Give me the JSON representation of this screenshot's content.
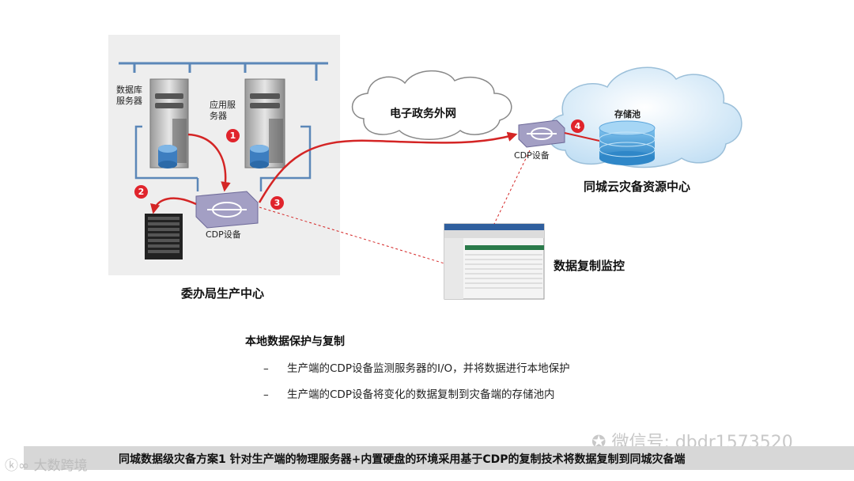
{
  "labels": {
    "db_server": [
      "数据库",
      "服务器"
    ],
    "app_server": [
      "应用服",
      "务器"
    ],
    "cdp_local": "CDP设备",
    "cdp_remote": "CDP设备",
    "network": "电子政务外网",
    "storage_pool": "存储池",
    "remote_center": "同城云灾备资源中心",
    "local_center": "委办局生产中心",
    "monitor": "数据复制监控"
  },
  "markers": [
    "1",
    "2",
    "3",
    "4"
  ],
  "section": {
    "title": "本地数据保护与复制",
    "bullets": [
      {
        "dash": "–",
        "text": "生产端的CDP设备监测服务器的I/O，并将数据进行本地保护"
      },
      {
        "dash": "–",
        "text": "生产端的CDP设备将变化的数据复制到灾备端的存储池内"
      }
    ]
  },
  "footer": "同城数据级灾备方案1  针对生产端的物理服务器+内置硬盘的环境采用基于CDP的复制技术将数据复制到同城灾备端",
  "watermarks": {
    "wechat": "微信号: dbdr1573520",
    "brand": "大数跨境"
  },
  "colors": {
    "arrow": "#d42525",
    "cloud": "#cfe6f7",
    "panel": "#eeeeee",
    "cdp": "#a39fc4"
  }
}
